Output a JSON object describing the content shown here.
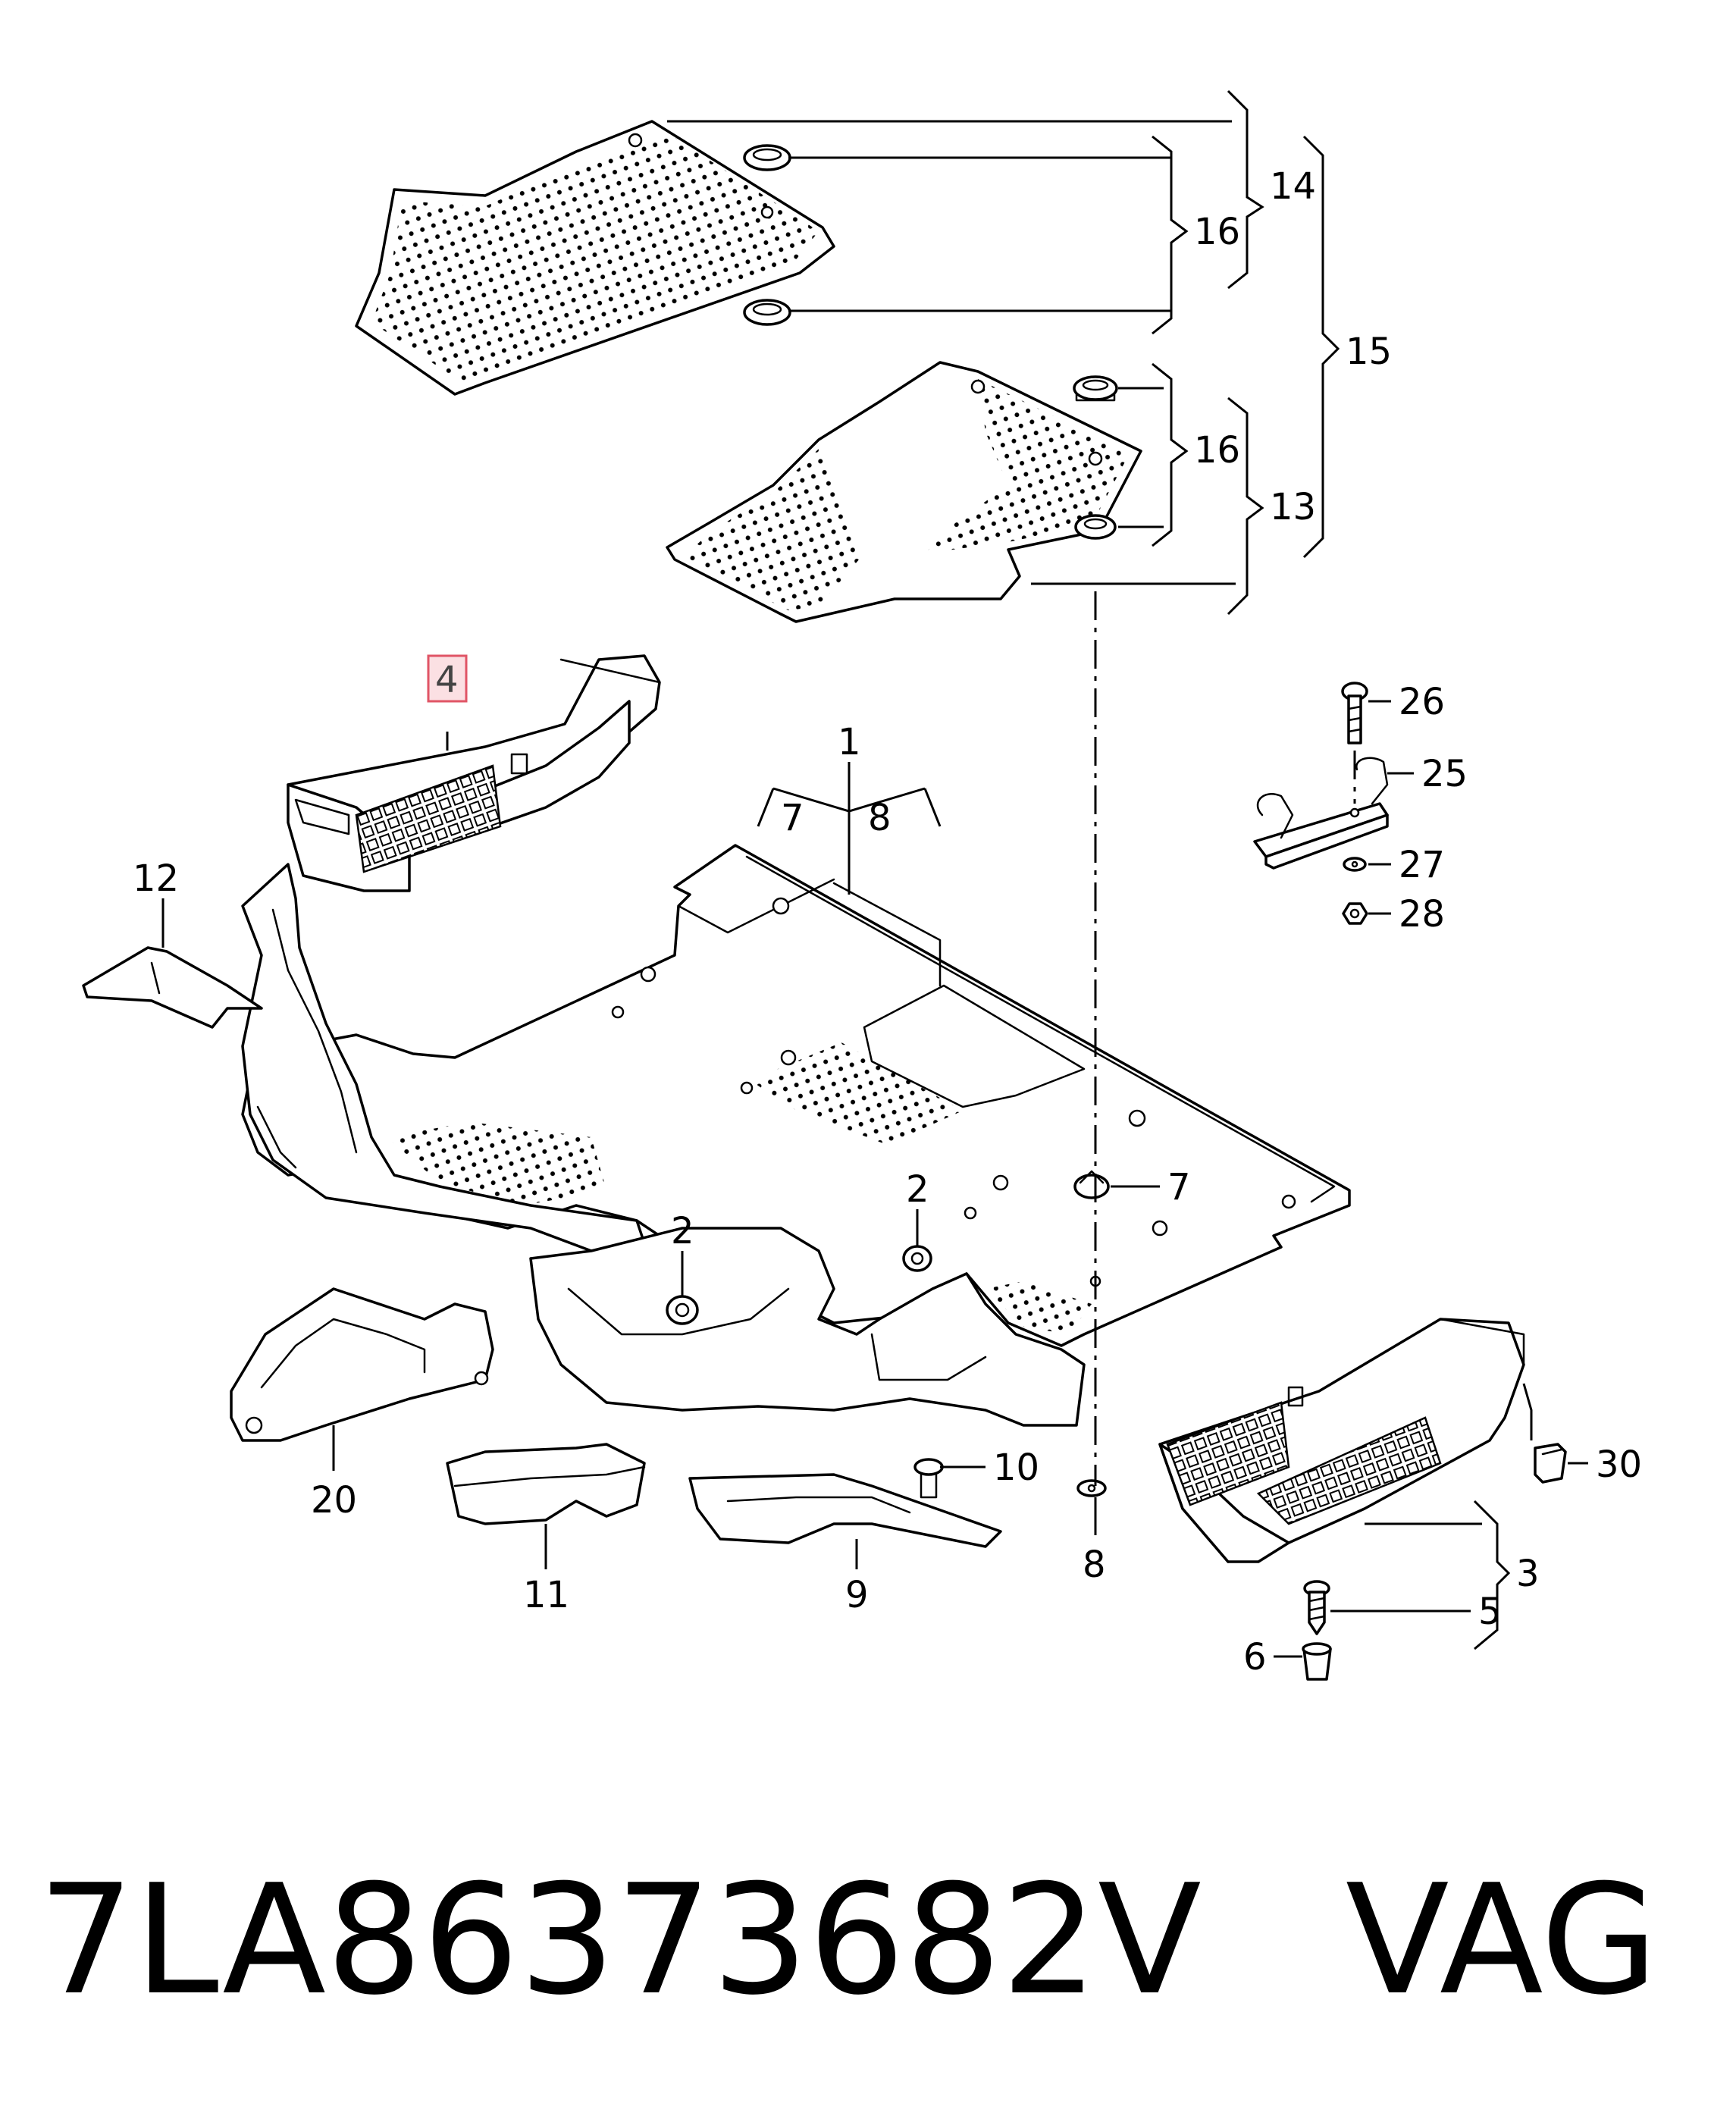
{
  "callouts": {
    "c1": "1",
    "c2a": "2",
    "c2b": "2",
    "c3": "3",
    "c4": "4",
    "c5": "5",
    "c6": "6",
    "c7a": "7",
    "c7b": "7",
    "c8a": "8",
    "c8b": "8",
    "c9": "9",
    "c10": "10",
    "c11": "11",
    "c12": "12",
    "c13": "13",
    "c14": "14",
    "c15": "15",
    "c16a": "16",
    "c16b": "16",
    "c20": "20",
    "c25": "25",
    "c26": "26",
    "c27": "27",
    "c28": "28",
    "c30": "30"
  },
  "highlighted_callout": "4",
  "footer": {
    "part_number": "7LA86373682V",
    "brand": "VAG"
  },
  "colors": {
    "line": "#000000",
    "highlight_fill": "#fbe0e3",
    "highlight_border": "#e05566"
  }
}
